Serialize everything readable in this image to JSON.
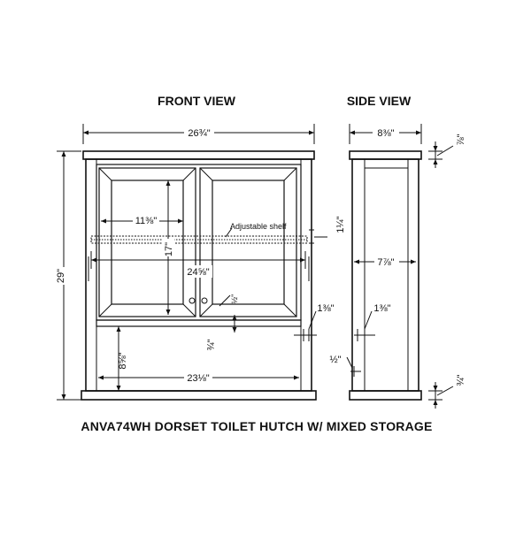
{
  "labels": {
    "front_view": "FRONT VIEW",
    "side_view": "SIDE VIEW",
    "caption": "ANVA74WH DORSET TOILET HUTCH W/ MIXED STORAGE",
    "adjustable_shelf": "Adjustable shelf"
  },
  "dimensions": {
    "overall_width": "26¾\"",
    "overall_height": "29\"",
    "side_depth": "8⅜\"",
    "top_thickness": "⅞\"",
    "bottom_thickness": "¾\"",
    "door_panel_width": "11⅜\"",
    "door_opening_height": "17\"",
    "interior_width": "24⅝\"",
    "shelf_height": "1¼\"",
    "side_interior_depth": "7⅞\"",
    "front_shelf_depth": "1⅜\"",
    "side_shelf_depth": "1⅜\"",
    "gap_small": "½\"",
    "gap_thickness": "¾\"",
    "lower_opening_height": "8⅝\"",
    "lower_opening_width": "23⅛\"",
    "knob_gap": "½\""
  }
}
